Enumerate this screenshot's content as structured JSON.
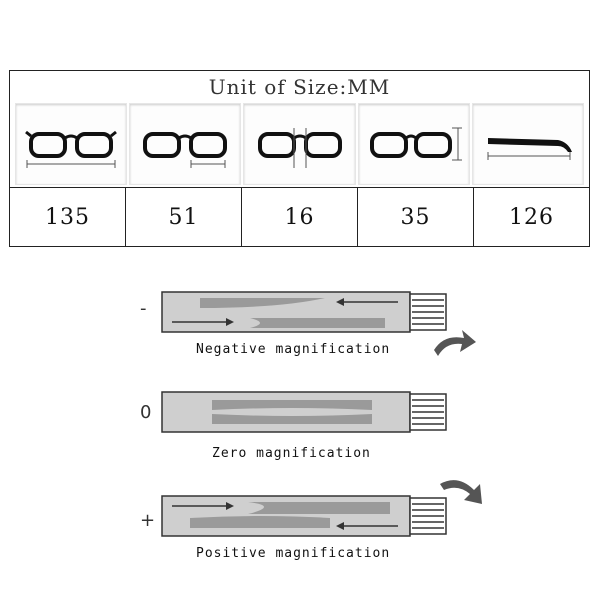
{
  "size_table": {
    "title": "Unit of Size:MM",
    "icons": [
      "frame-width-icon",
      "lens-width-icon",
      "bridge-width-icon",
      "lens-height-icon",
      "temple-length-icon"
    ],
    "values": [
      "135",
      "51",
      "16",
      "35",
      "126"
    ]
  },
  "magnification": [
    {
      "sign": "-",
      "caption": "Negative magnification"
    },
    {
      "sign": "0",
      "caption": "Zero magnification"
    },
    {
      "sign": "+",
      "caption": "Positive magnification"
    }
  ],
  "colors": {
    "tube": "#cfcfcf",
    "lens": "#9a9a9a",
    "arrow": "#333333",
    "border": "#222222"
  }
}
